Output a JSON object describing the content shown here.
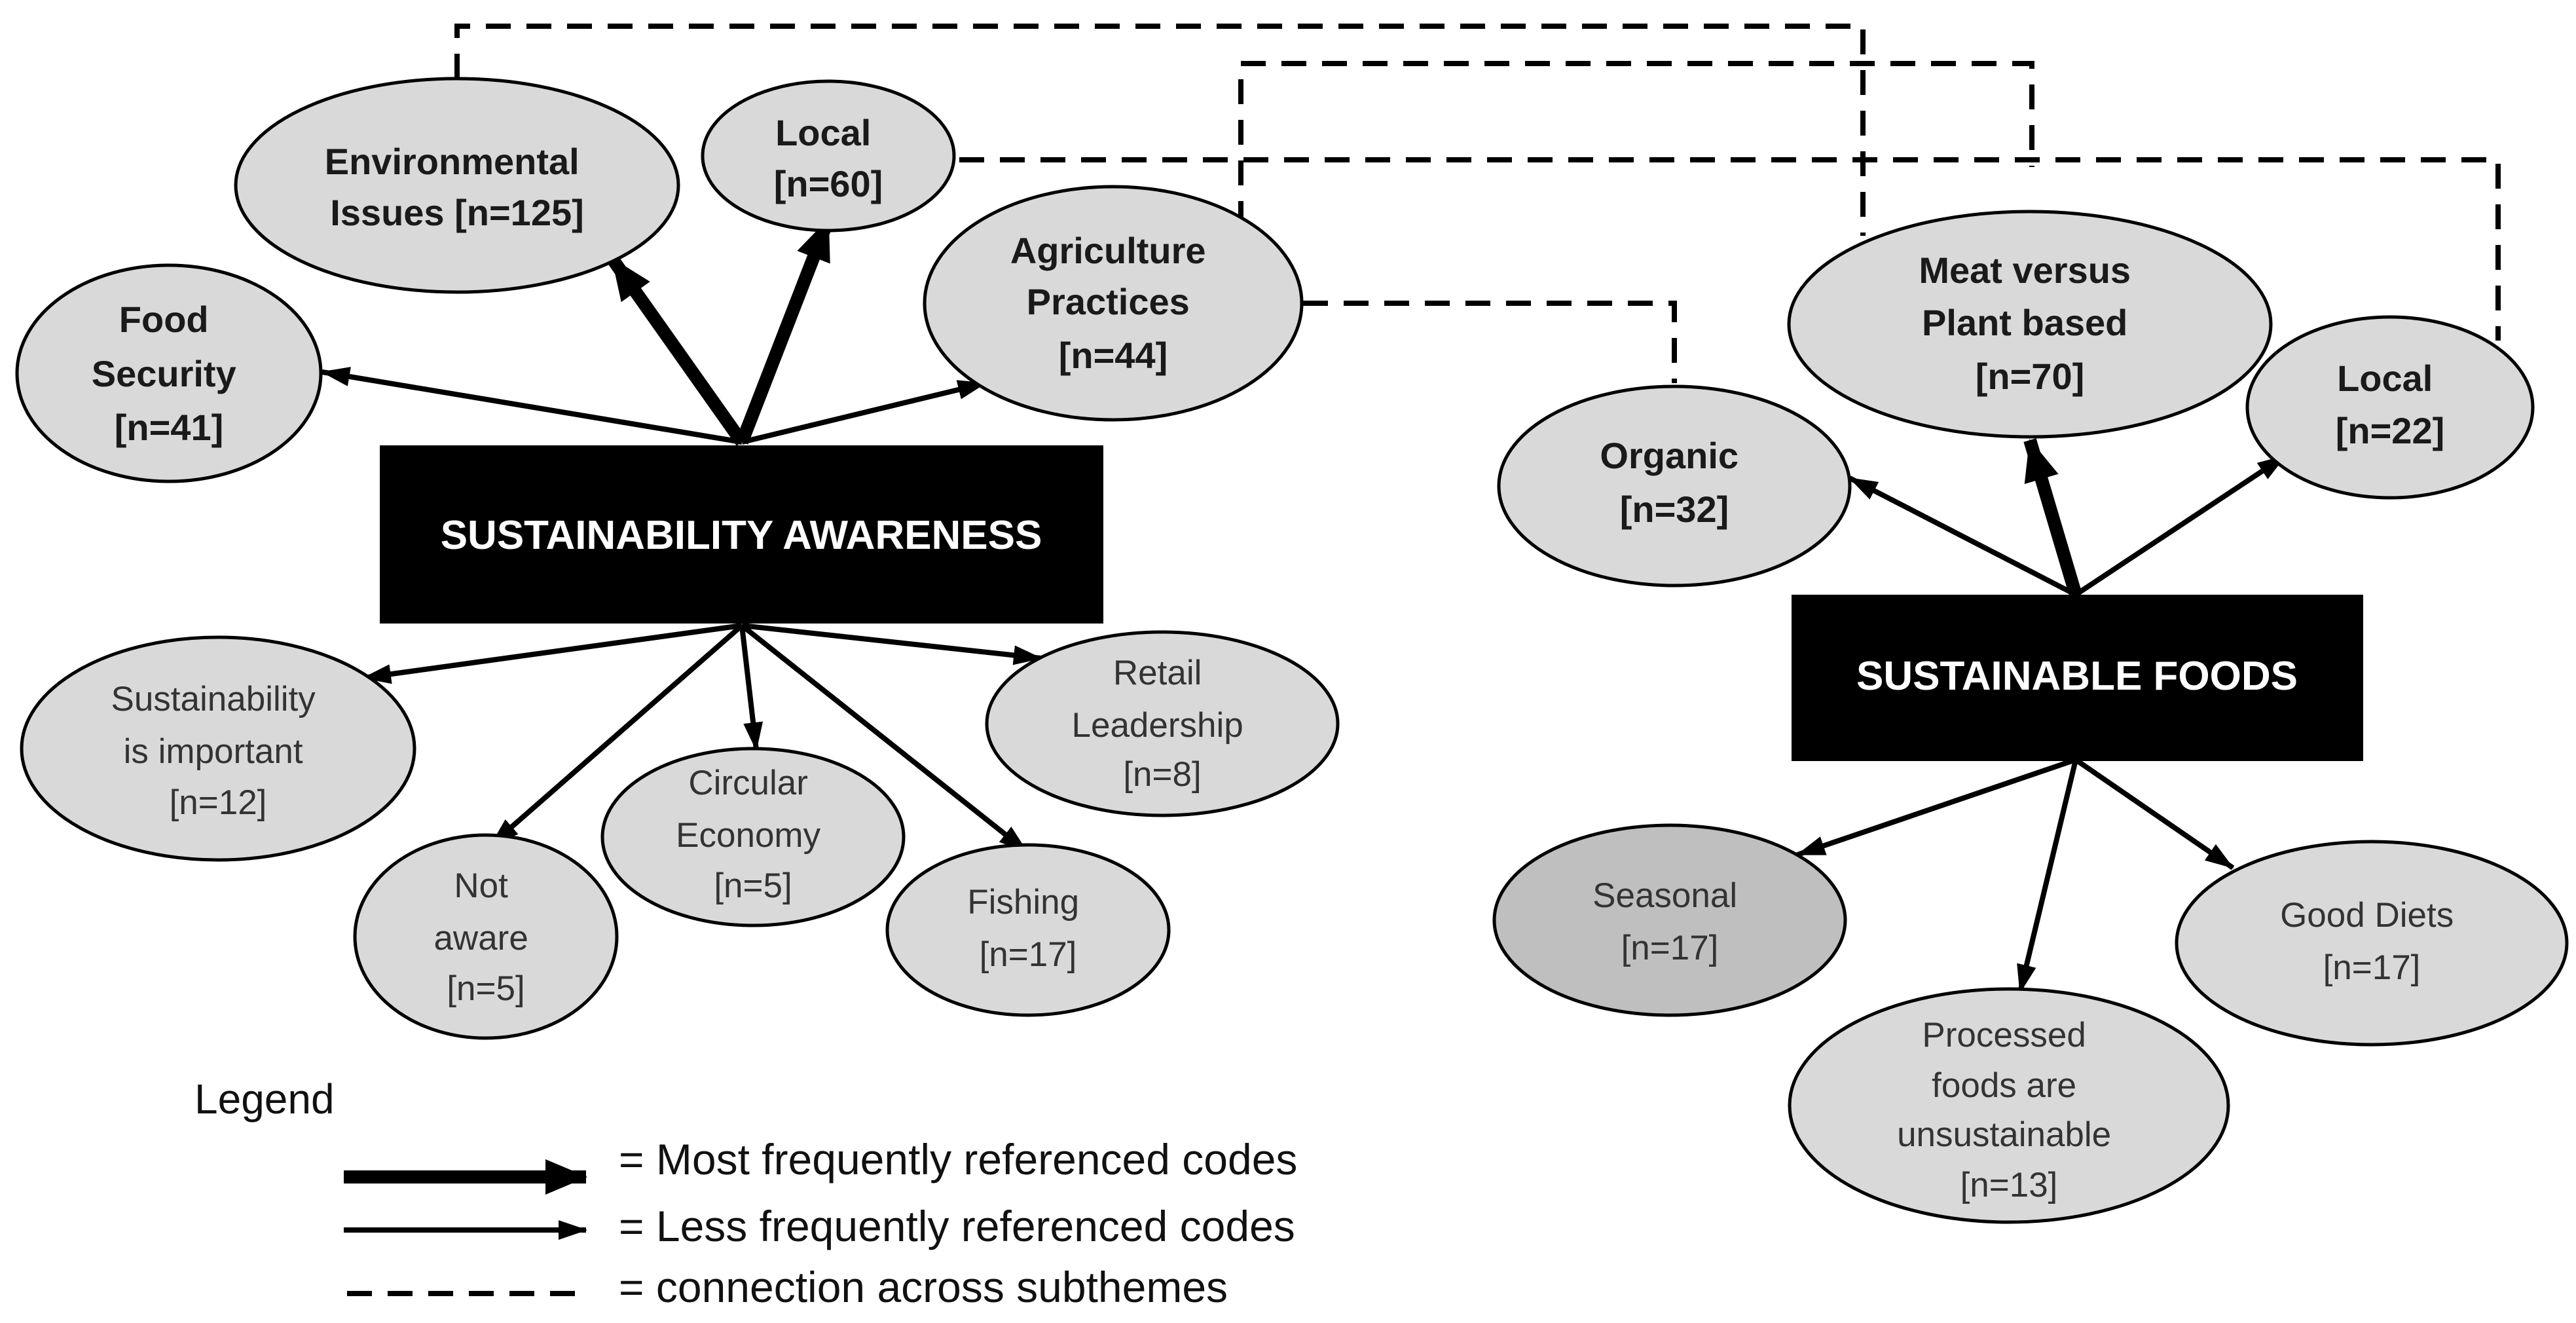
{
  "themes": {
    "awareness": "SUSTAINABILITY AWARENESS",
    "foods": "SUSTAINABLE FOODS"
  },
  "nodes": {
    "environmental": [
      "Environmental",
      "Issues [n=125]"
    ],
    "local_a": [
      "Local",
      "[n=60]"
    ],
    "agriculture": [
      "Agriculture",
      "Practices",
      "[n=44]"
    ],
    "food_security": [
      "Food",
      "Security",
      "[n=41]"
    ],
    "sustainability_important": [
      "Sustainability",
      "is important",
      "[n=12]"
    ],
    "not_aware": [
      "Not",
      "aware",
      "[n=5]"
    ],
    "circular": [
      "Circular",
      "Economy",
      "[n=5]"
    ],
    "fishing": [
      "Fishing",
      "[n=17]"
    ],
    "retail": [
      "Retail",
      "Leadership",
      "[n=8]"
    ],
    "meat": [
      "Meat versus",
      "Plant based",
      "[n=70]"
    ],
    "organic": [
      "Organic",
      "[n=32]"
    ],
    "local_b": [
      "Local",
      "[n=22]"
    ],
    "seasonal": [
      "Seasonal",
      "[n=17]"
    ],
    "processed": [
      "Processed",
      "foods are",
      "unsustainable",
      "[n=13]"
    ],
    "good_diets": [
      "Good Diets",
      "[n=17]"
    ]
  },
  "legend": {
    "title": "Legend",
    "most": "= Most frequently referenced codes",
    "less": "= Less frequently referenced codes",
    "connection": "= connection across subthemes"
  },
  "colors": {
    "node_fill": "#d9d9d9",
    "seasonal_fill": "#bfbfbf",
    "theme_box": "#000000",
    "theme_text": "#ffffff"
  }
}
